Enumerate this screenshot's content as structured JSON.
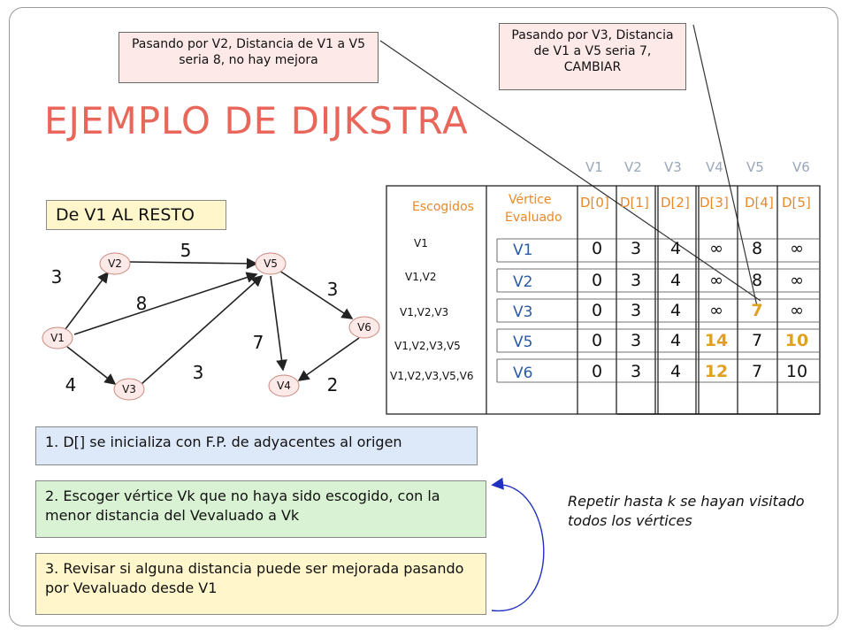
{
  "title": "EJEMPLO DE DIJKSTRA",
  "subtitle": "De V1 AL RESTO",
  "callouts": {
    "left": "Pasando por V2, Distancia de V1 a V5 seria 8, no hay mejora",
    "right": "Pasando por V3, Distancia de V1 a V5 seria 7, CAMBIAR"
  },
  "graph": {
    "nodes": [
      "V1",
      "V2",
      "V3",
      "V4",
      "V5",
      "V6"
    ],
    "edge_weights": {
      "v1_v2": "3",
      "v1_v5": "8",
      "v1_v3": "4",
      "v2_v5": "5",
      "v5_v6": "3",
      "v5_v4": "7",
      "v3_v5": "3",
      "v6_v4": "2"
    }
  },
  "table": {
    "top_headers": [
      "V1",
      "V2",
      "V3",
      "V4",
      "V5",
      "V6"
    ],
    "escogidos_label": "Escogidos",
    "evaluado_label_1": "Vértice",
    "evaluado_label_2": "Evaluado",
    "d_headers": [
      "D[0]",
      "D[1]",
      "D[2]",
      "D[3]",
      "D[4]",
      "D[5]"
    ],
    "escogidos": [
      "V1",
      "V1,V2",
      "V1,V2,V3",
      "V1,V2,V3,V5",
      "V1,V2,V3,V5,V6"
    ],
    "evaluado": [
      "V1",
      "V2",
      "V3",
      "V5",
      "V6"
    ],
    "rows": [
      [
        "0",
        "3",
        "4",
        "∞",
        "8",
        "∞"
      ],
      [
        "0",
        "3",
        "4",
        "∞",
        "8",
        "∞"
      ],
      [
        "0",
        "3",
        "4",
        "∞",
        "7",
        "∞"
      ],
      [
        "0",
        "3",
        "4",
        "14",
        "7",
        "10"
      ],
      [
        "0",
        "3",
        "4",
        "12",
        "7",
        "10"
      ]
    ]
  },
  "steps": {
    "step1": "1. D[] se inicializa con F.P. de adyacentes al origen",
    "step2": "2. Escoger vértice Vk que no haya sido escogido, con la menor distancia del Vevaluado a Vk",
    "step3": "3. Revisar si alguna distancia puede ser mejorada pasando por Vevaluado desde V1"
  },
  "note": "Repetir hasta k se hayan visitado todos los vértices",
  "colors": {
    "title": "#e8675a",
    "node_fill": "#fde9e7",
    "highlight": "#e0a020",
    "callout_bg": "#fde9e7",
    "step1_bg": "#dde8f8",
    "step2_bg": "#d9f2d4",
    "step3_bg": "#fff6cc",
    "loop_arrow": "#2030c0"
  }
}
